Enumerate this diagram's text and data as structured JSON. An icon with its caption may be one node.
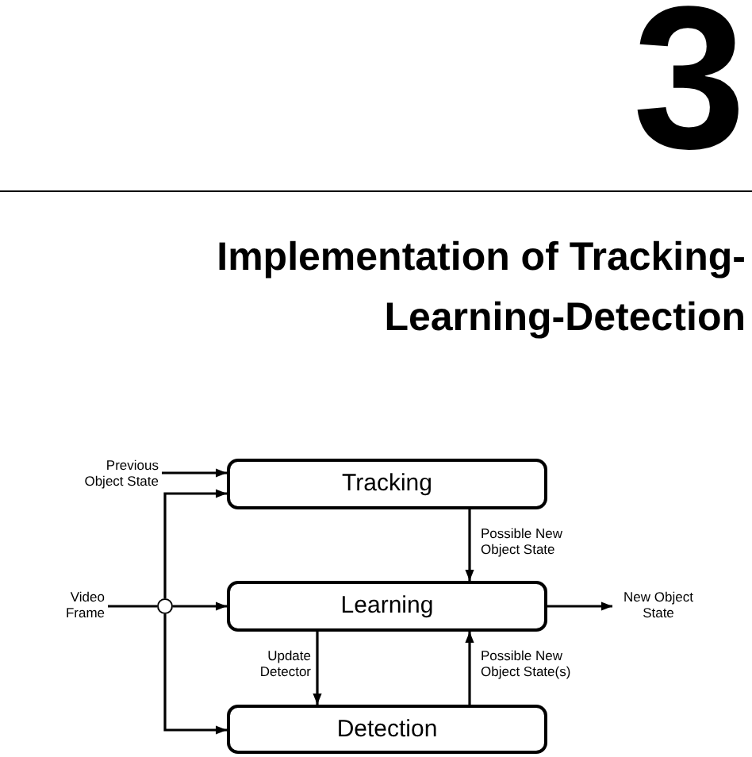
{
  "diagram": {
    "title": "Implementation of Tracking-Learning-Detection",
    "labels": [
      "3"
    ],
    "nodes": [
      {
        "text": [
          "Tracking"
        ]
      },
      {
        "text": [
          "Learning"
        ]
      },
      {
        "text": [
          "Detection"
        ]
      },
      {
        "text": [
          "Previous Object State"
        ]
      },
      {
        "text": [
          "Video Frame"
        ]
      },
      {
        "text": [],
        "shape": "circle"
      },
      {
        "text": [
          "New Object State"
        ]
      }
    ],
    "edges": [
      {
        "from": 3,
        "to": 0,
        "arrow": "to"
      },
      {
        "from": 4,
        "to": 5,
        "arrow": "none"
      },
      {
        "from": 5,
        "to": 0,
        "arrow": "to"
      },
      {
        "from": 5,
        "to": 1,
        "arrow": "to"
      },
      {
        "from": 5,
        "to": 2,
        "arrow": "to"
      },
      {
        "from": 0,
        "to": 1,
        "arrow": "to",
        "label": "Possible New Object State"
      },
      {
        "from": 1,
        "to": 2,
        "arrow": "to",
        "label": "Update Detector"
      },
      {
        "from": 2,
        "to": 1,
        "arrow": "to",
        "label": "Possible New Object State(s)"
      },
      {
        "from": 1,
        "to": 6,
        "arrow": "to"
      }
    ]
  }
}
